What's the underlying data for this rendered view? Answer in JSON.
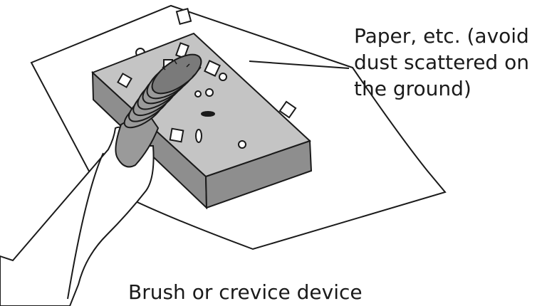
{
  "figure": {
    "callouts": {
      "paper": {
        "lines": [
          "Paper, etc. (avoid",
          "dust scattered on",
          "the ground)"
        ]
      },
      "brush": {
        "text": "Brush or crevice device"
      }
    },
    "colors": {
      "line": "#1a1a1a",
      "filter_top": "#c4c4c4",
      "filter_side": "#8e8e8e",
      "nozzle": "#9a9a9a",
      "nozzle_dark": "#7a7a7a",
      "paper": "#ffffff"
    },
    "icons": [
      "paper-sheet",
      "filter-block",
      "dust-particles",
      "brush-nozzle",
      "hand"
    ]
  }
}
